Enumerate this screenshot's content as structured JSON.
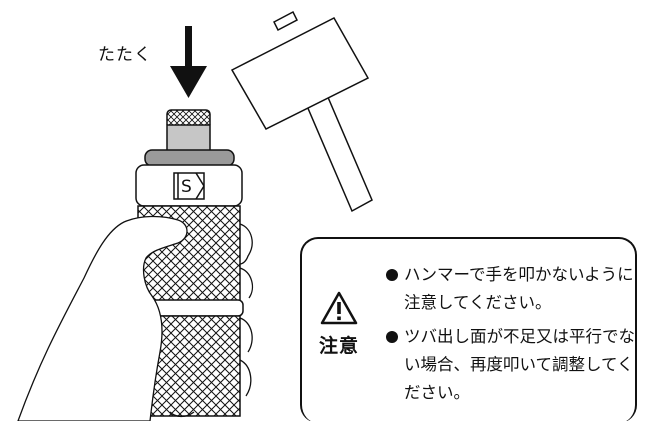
{
  "instruction_figure": {
    "tap_label": "たたく",
    "brand_mark_letter": "S",
    "caution": {
      "heading": "注意",
      "icon": "warning-triangle-icon",
      "items": [
        "ハンマーで手を叩かないように注意してください。",
        "ツバ出し面が不足又は平行でない場合、再度叩いて調整してください。"
      ]
    },
    "colors": {
      "line": "#111111",
      "collar": "#9a9a9a",
      "knurl": "#b8b8b8",
      "background": "#ffffff"
    }
  }
}
